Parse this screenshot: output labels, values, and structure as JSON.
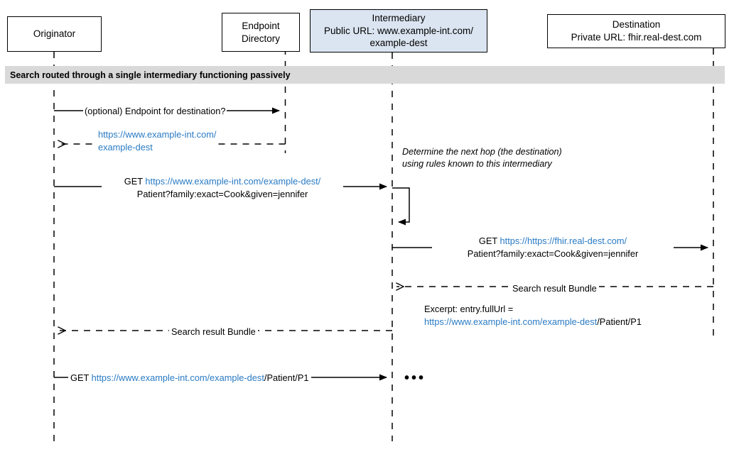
{
  "diagram": {
    "title": "Search routed through a single intermediary functioning passively",
    "accent_blue": "#2a7bc4",
    "shaded_box_fill": "#dbe5f1",
    "banner_fill": "#d9d9d9"
  },
  "participants": [
    {
      "key": "originator",
      "lines": [
        "Originator"
      ]
    },
    {
      "key": "endpoint_directory",
      "lines": [
        "Endpoint",
        "Directory"
      ]
    },
    {
      "key": "intermediary",
      "lines": [
        "Intermediary",
        "Public URL: www.example-int.com/",
        "example-dest"
      ]
    },
    {
      "key": "destination",
      "lines": [
        "Destination",
        "Private URL: fhir.real-dest.com"
      ]
    }
  ],
  "messages": {
    "m1": {
      "text": "(optional) Endpoint for destination?"
    },
    "m2": {
      "line1": "https://www.example-int.com/",
      "line2": "example-dest"
    },
    "m3": {
      "prefix": "GET ",
      "url": "https://www.example-int.com/example-dest/",
      "line2": "Patient?family:exact=Cook&given=jennifer"
    },
    "note1": {
      "line1": "Determine the next hop (the destination)",
      "line2": "using rules known to this intermediary"
    },
    "m4": {
      "prefix": "GET ",
      "url": "https://https://fhir.real-dest.com/",
      "line2": "Patient?family:exact=Cook&given=jennifer"
    },
    "m5": {
      "text": "Search result Bundle"
    },
    "note2": {
      "line1": "Excerpt: entry.fullUrl =",
      "url": "https://www.example-int.com/example-dest",
      "suffix": "/Patient/P1"
    },
    "m6": {
      "text": "Search result Bundle"
    },
    "m7": {
      "prefix": "GET ",
      "url": "https://www.example-int.com/example-dest",
      "suffix": "/Patient/P1"
    },
    "ellipsis": {
      "text": "•••"
    }
  }
}
